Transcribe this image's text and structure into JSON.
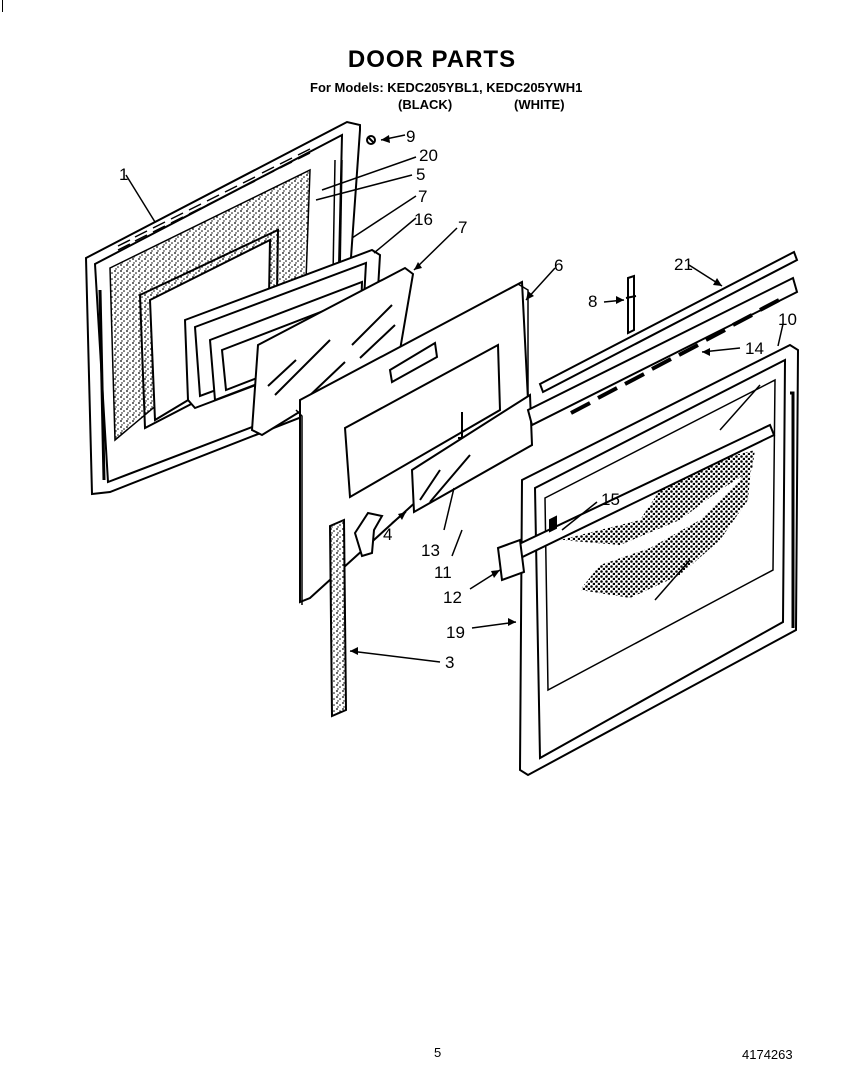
{
  "header": {
    "title": "DOOR PARTS",
    "models_line": "For Models: KEDC205YBL1, KEDC205YWH1",
    "variant_black": "(BLACK)",
    "variant_white": "(WHITE)"
  },
  "footer": {
    "page_number": "5",
    "document_number": "4174263"
  },
  "callouts": {
    "c1": "1",
    "c9": "9",
    "c20": "20",
    "c5": "5",
    "c7a": "7",
    "c16": "16",
    "c7b": "7",
    "c6": "6",
    "c8": "8",
    "c21": "21",
    "c10": "10",
    "c14": "14",
    "c15": "15",
    "c4": "4",
    "c13": "13",
    "c11": "11",
    "c12": "12",
    "c19": "19",
    "c3": "3"
  }
}
